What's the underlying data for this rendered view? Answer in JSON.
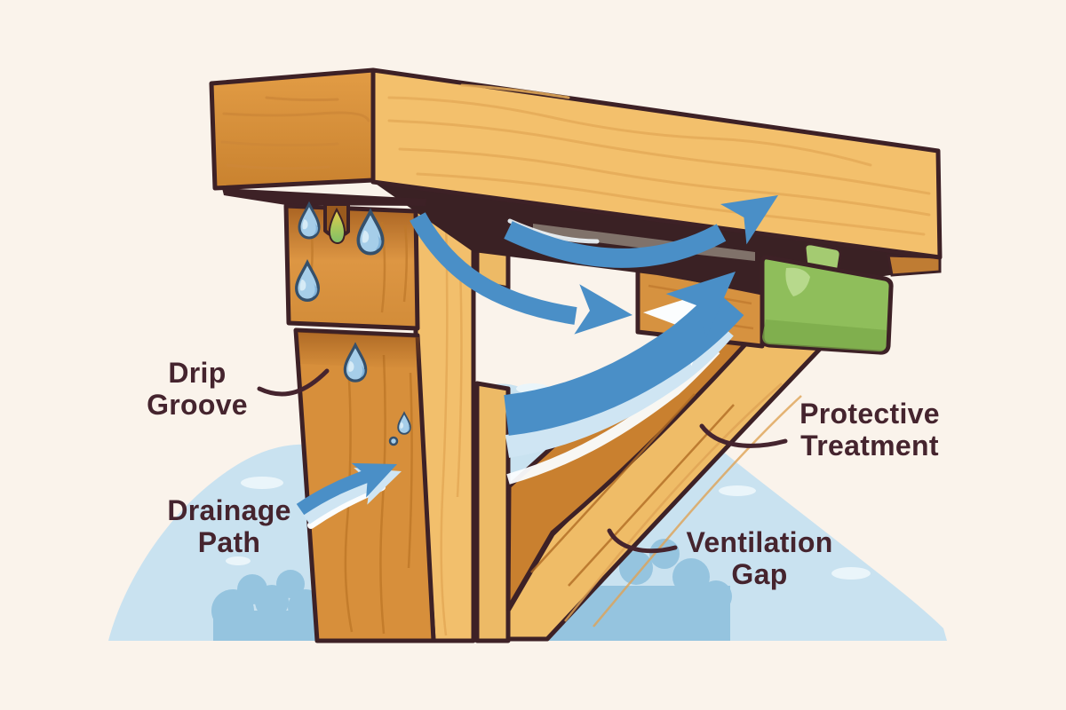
{
  "diagram": {
    "type": "illustration",
    "subject": "timber-joint-weather-protection-detail",
    "labels": {
      "drip_groove": {
        "line1": "Drip",
        "line2": "Groove"
      },
      "drainage_path": {
        "line1": "Drainage",
        "line2": "Path"
      },
      "protective_treatment": {
        "line1": "Protective",
        "line2": "Treatment"
      },
      "ventilation_gap": {
        "line1": "Ventilation",
        "line2": "Gap"
      }
    },
    "annotations": [
      {
        "label": "Drip Groove",
        "points_to": "notch under beam end block with water drops"
      },
      {
        "label": "Drainage Path",
        "points_to": "blue arrow directed at post face"
      },
      {
        "label": "Protective Treatment",
        "points_to": "green coated end of cross member"
      },
      {
        "label": "Ventilation Gap",
        "points_to": "open gap between beam and cross member with airflow arrows"
      }
    ],
    "water_drop_count": 6,
    "airflow_arrow_count": 4
  },
  "palette": {
    "background": "#faf3eb",
    "outline": "#3d2126",
    "text": "#45242e",
    "beam_front": "#f3c06c",
    "beam_end": "#e09a43",
    "post_dark": "#d78f3b",
    "post_light": "#f2bf6c",
    "brace_dark": "#c9802f",
    "brace_light": "#efbc67",
    "member_front": "#d69240",
    "treatment_green": "#8fbe5b",
    "arrow_blue": "#4a8fc7",
    "arrow_light": "#cfe5f3",
    "drop_fill": "#a6cee9",
    "drop_outline": "#35506b",
    "ground_blob": "#c9e2f0",
    "bush_blue": "#95c4df"
  }
}
